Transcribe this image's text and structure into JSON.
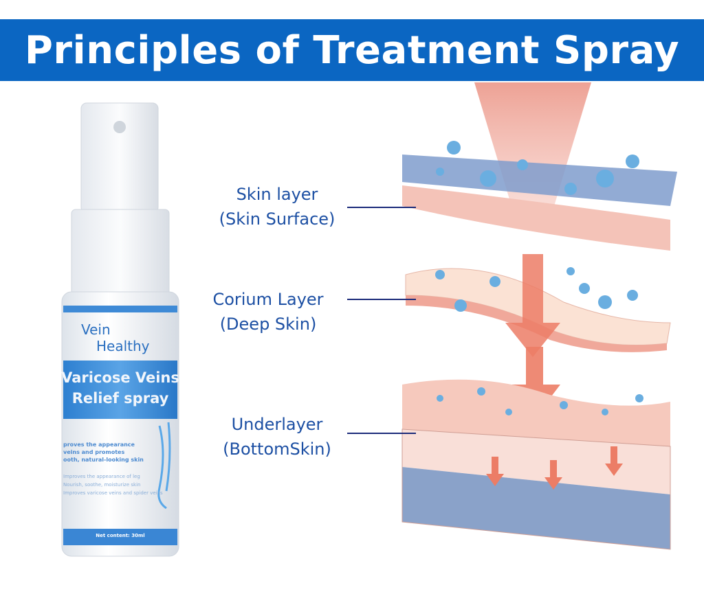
{
  "title": "Principles of Treatment Spray",
  "colors": {
    "banner": "#0b66c2",
    "label_text": "#1c4fa3",
    "leader_line": "#1a2a7a"
  },
  "layers": [
    {
      "line1": "Skin layer",
      "line2": "(Skin Surface)"
    },
    {
      "line1": "Corium Layer",
      "line2": "(Deep Skin)"
    },
    {
      "line1": "Underlayer",
      "line2": "(BottomSkin)"
    }
  ],
  "product": {
    "brand_line1": "Vein",
    "brand_line2": "Healthy",
    "name_line1": "Varicose Veins",
    "name_line2": "Relief spray",
    "claim": [
      "proves the appearance",
      "veins and promotes",
      "ooth, natural-looking skin"
    ],
    "benefits": [
      "Improves the appearance of leg",
      "Nourish, soothe, moisturize skin",
      "Improves varicose veins and spider veins"
    ],
    "net_content": "Net content: 30ml"
  }
}
